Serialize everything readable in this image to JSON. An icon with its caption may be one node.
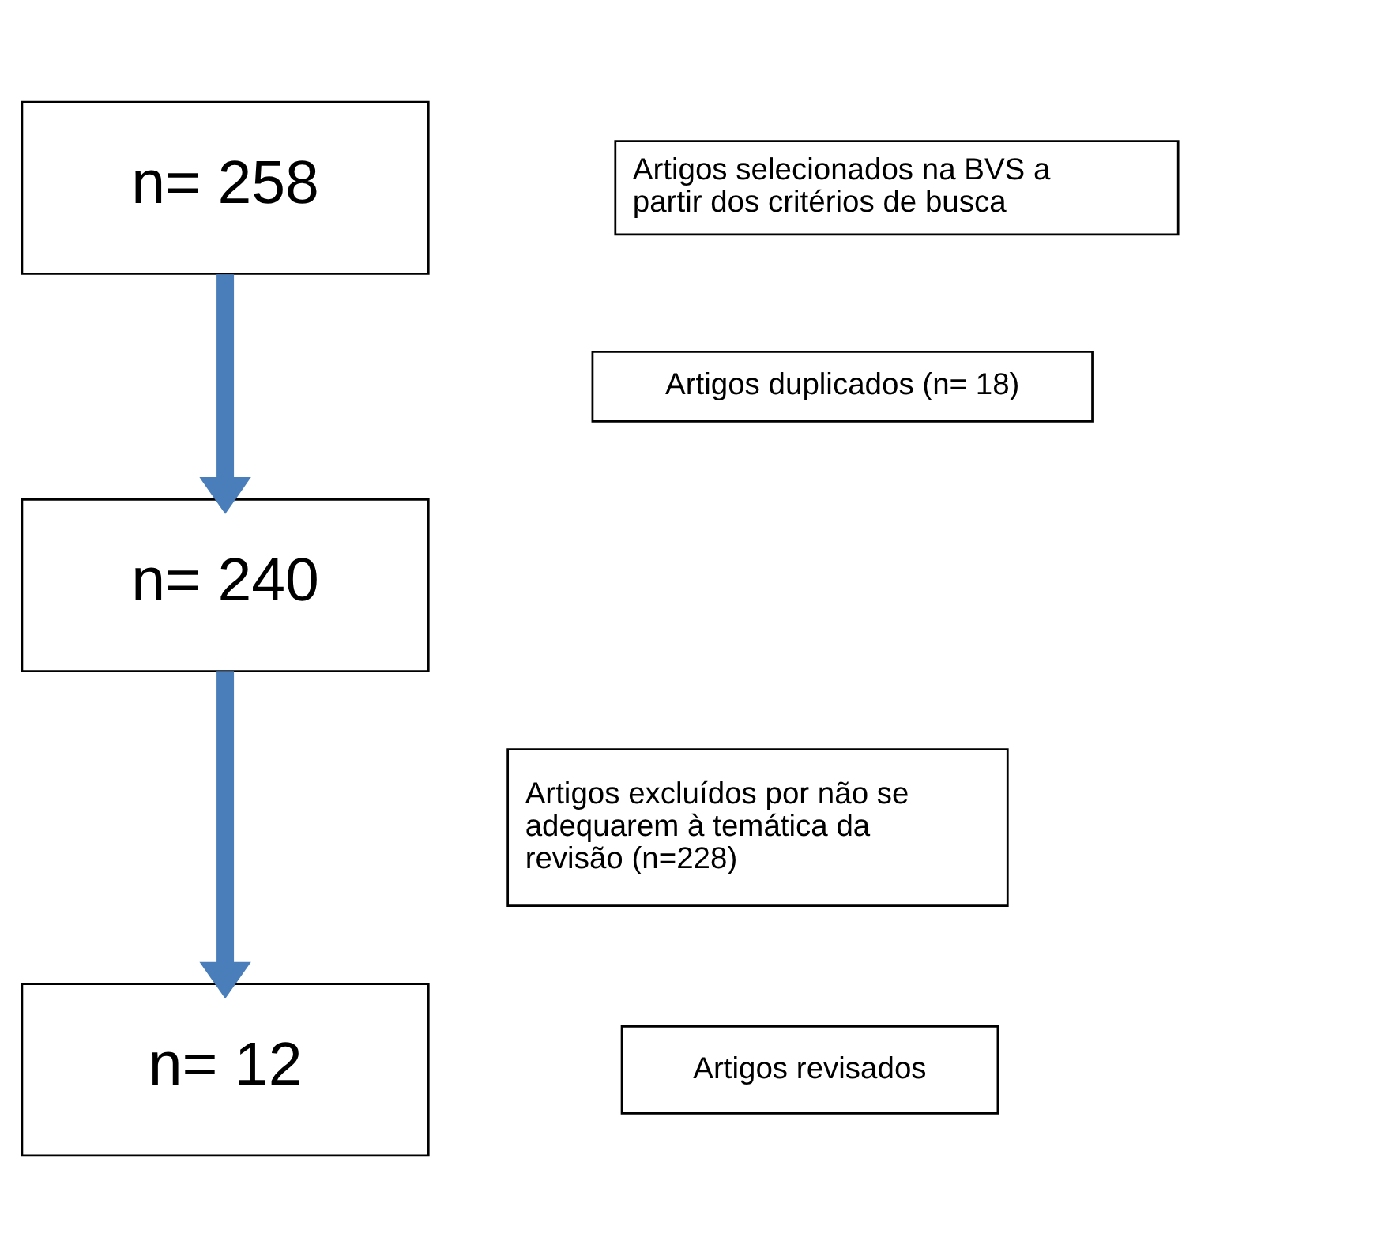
{
  "diagram": {
    "nodes": [
      {
        "text": [
          "n= 258"
        ]
      },
      {
        "text": [
          "Artigos selecionados na BVS a partir dos critérios de busca"
        ]
      },
      {
        "text": [
          "Artigos duplicados (n= 18)"
        ]
      },
      {
        "text": [
          "n= 240"
        ]
      },
      {
        "text": [
          "Artigos excluídos por não se adequarem à temática da revisão (n=228)"
        ]
      },
      {
        "text": [
          "n= 12"
        ]
      },
      {
        "text": [
          "Artigos revisados"
        ]
      }
    ],
    "edges": [
      {
        "from": 0,
        "to": 3,
        "arrow": "to"
      },
      {
        "from": 3,
        "to": 5,
        "arrow": "to"
      }
    ]
  }
}
